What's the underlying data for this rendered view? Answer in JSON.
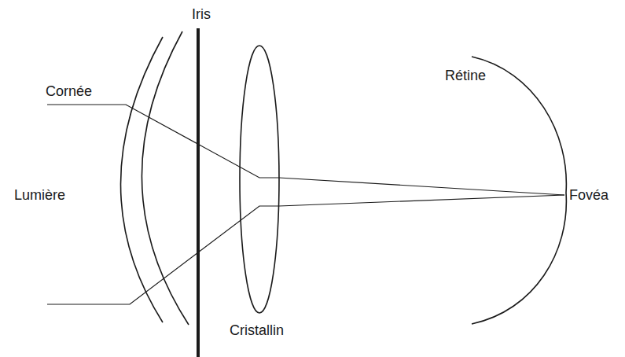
{
  "diagram": {
    "labels": [
      "Iris",
      "Cornée",
      "Lumière",
      "Cristallin",
      "Rétine",
      "Fovéa"
    ]
  }
}
